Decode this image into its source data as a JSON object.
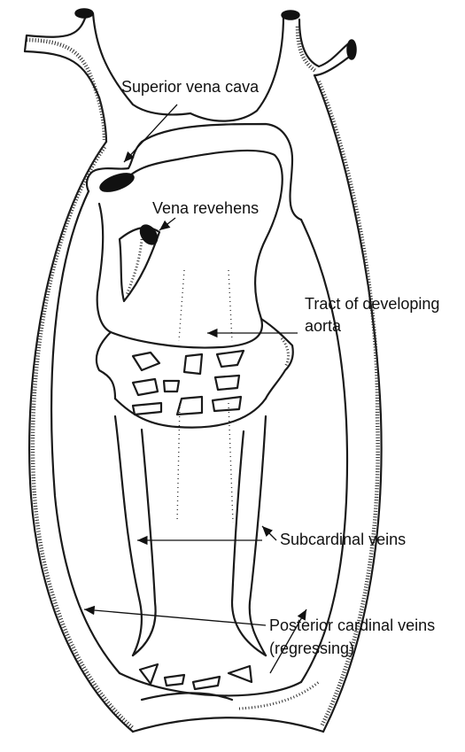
{
  "labels": {
    "superior_vena_cava": "Superior vena cava",
    "vena_revehens": "Vena revehens",
    "tract_aorta_line1": "Tract of developing",
    "tract_aorta_line2": "aorta",
    "subcardinal_veins": "Subcardinal veins",
    "posterior_cardinal_line1": "Posterior cardinal veins",
    "posterior_cardinal_line2": "(regressing)"
  }
}
